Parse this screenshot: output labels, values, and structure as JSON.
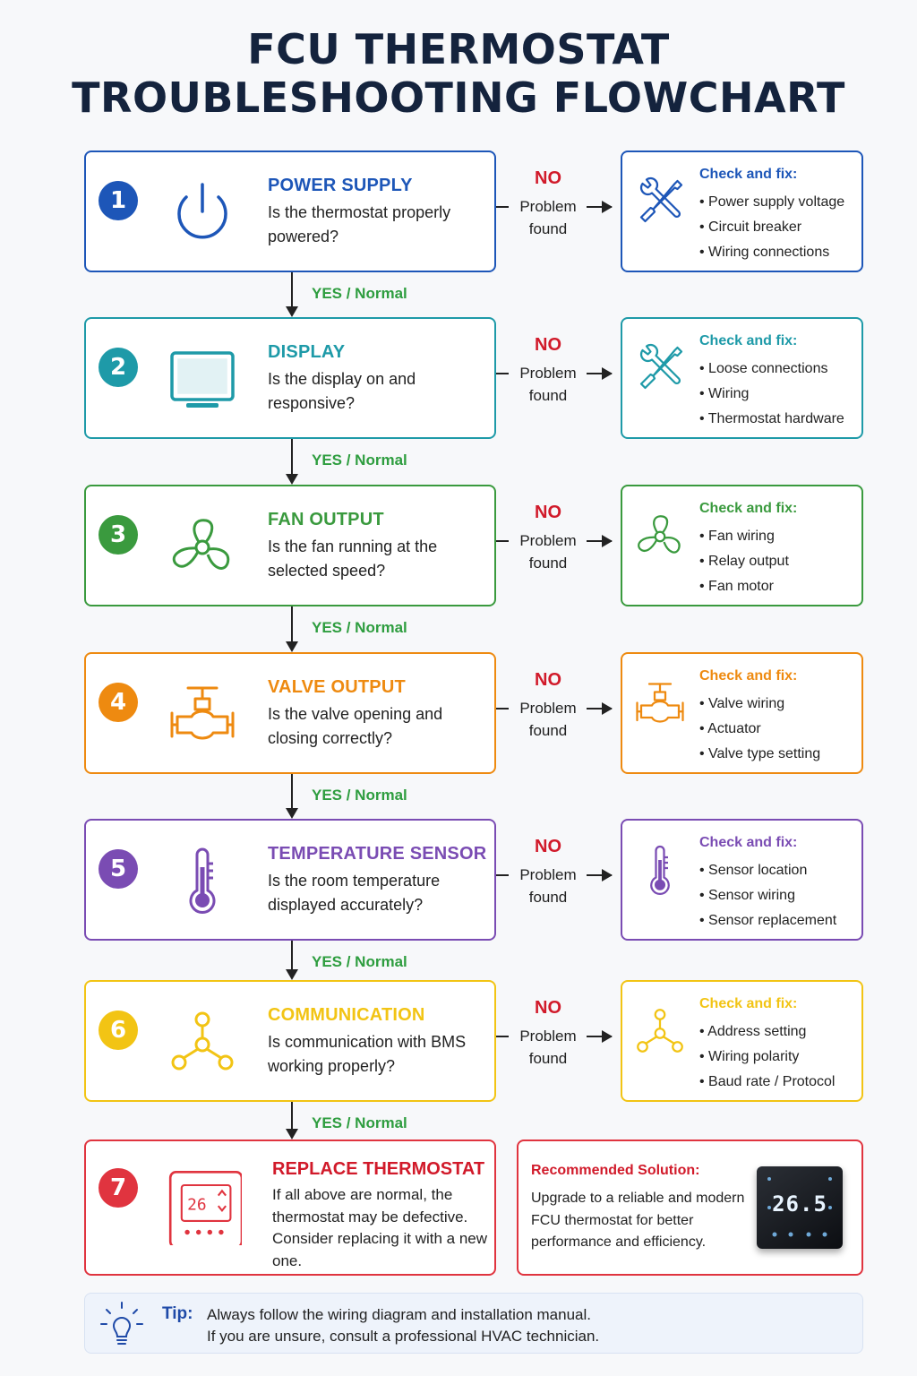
{
  "title_line1": "FCU THERMOSTAT",
  "title_line2": "TROUBLESHOOTING FLOWCHART",
  "yes_label": "YES / Normal",
  "no_label": "NO",
  "no_sub_line1": "Problem",
  "no_sub_line2": "found",
  "fix_heading": "Check and fix:",
  "steps": [
    {
      "number": "1",
      "title": "POWER SUPPLY",
      "question": "Is the thermostat properly powered?",
      "color": "#1d56b8",
      "icon": "power-icon",
      "fixes": [
        "Power supply voltage",
        "Circuit breaker",
        "Wiring connections"
      ],
      "fix_icon": "wrench-screwdriver-icon"
    },
    {
      "number": "2",
      "title": "DISPLAY",
      "question": "Is the display on and responsive?",
      "color": "#1e9aa8",
      "icon": "display-icon",
      "fixes": [
        "Loose connections",
        "Wiring",
        "Thermostat hardware"
      ],
      "fix_icon": "wrench-screwdriver-icon"
    },
    {
      "number": "3",
      "title": "FAN OUTPUT",
      "question": "Is the fan running at the selected speed?",
      "color": "#3a9a3e",
      "icon": "fan-icon",
      "fixes": [
        "Fan wiring",
        "Relay output",
        "Fan motor"
      ],
      "fix_icon": "fan-icon"
    },
    {
      "number": "4",
      "title": "VALVE OUTPUT",
      "question": "Is the valve opening and closing correctly?",
      "color": "#ee8a10",
      "icon": "valve-icon",
      "fixes": [
        "Valve wiring",
        "Actuator",
        "Valve type setting"
      ],
      "fix_icon": "valve-icon"
    },
    {
      "number": "5",
      "title": "TEMPERATURE SENSOR",
      "question": "Is the room temperature displayed accurately?",
      "color": "#7a4cb3",
      "icon": "thermometer-icon",
      "fixes": [
        "Sensor location",
        "Sensor wiring",
        "Sensor replacement"
      ],
      "fix_icon": "thermometer-icon"
    },
    {
      "number": "6",
      "title": "COMMUNICATION",
      "question": "Is communication with BMS working properly?",
      "color": "#f2c414",
      "icon": "network-icon",
      "fixes": [
        "Address setting",
        "Wiring polarity",
        "Baud rate / Protocol"
      ],
      "fix_icon": "network-icon"
    }
  ],
  "final": {
    "number": "7",
    "title": "REPLACE THERMOSTAT",
    "text": "If all above are normal, the thermostat may be defective. Consider replacing it with a new one.",
    "color": "#e0343f",
    "icon_reading": "26"
  },
  "solution": {
    "title": "Recommended Solution:",
    "text": "Upgrade to a reliable and modern FCU thermostat for better performance and efficiency.",
    "device_reading": "26.5"
  },
  "tip": {
    "label": "Tip:",
    "line1": "Always follow the wiring diagram and installation manual.",
    "line2": "If you are unsure, consult a professional HVAC technician."
  }
}
